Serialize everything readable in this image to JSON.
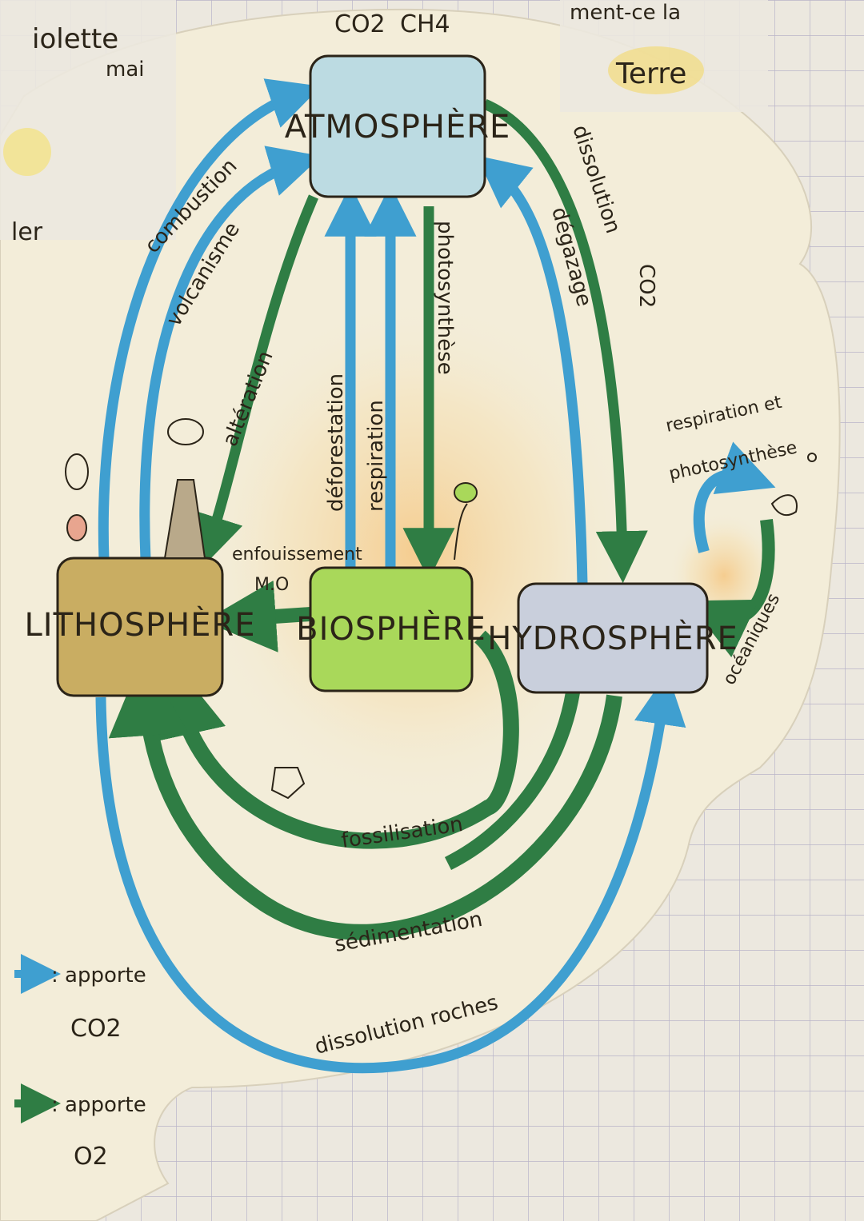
{
  "top_left_fragments": [
    "iolette",
    "mai",
    "ler"
  ],
  "top_right_fragments": [
    "ment-ce la",
    "Terre"
  ],
  "gases": [
    "CO2",
    "CH4"
  ],
  "spheres": {
    "atmosphere": "ATMOSPHÈRE",
    "lithosphere": "LITHOSPHÈRE",
    "biosphere": "BIOSPHÈRE",
    "hydrosphere": "HYDROSPHÈRE"
  },
  "flows": {
    "combustion": "combustion",
    "volcanisme": "volcanisme",
    "alteration": "altération",
    "deforestation": "déforestation",
    "respiration": "respiration",
    "photosynthese": "photosynthèse",
    "degazage": "dégazage",
    "dissolution": "dissolution",
    "enfouissement": "enfouissement",
    "mo": "M.O",
    "fossilisation": "fossilisation",
    "sedimentation": "sédimentation",
    "dissolution_roches": "dissolution roches",
    "oceanic_line1": "respiration et",
    "oceanic_line2": "photosynthèse",
    "oceanic_line3": "océaniques",
    "co2_note": "CO2"
  },
  "legend": {
    "blue": {
      "label": ": apporte",
      "gas": "CO2"
    },
    "green": {
      "label": ": apporte",
      "gas": "O2"
    }
  },
  "colors": {
    "co2_arrow": "#3f9fd0",
    "o2_arrow": "#2f7d44",
    "atmosphere_fill": "#bcdbe2",
    "lithosphere_fill": "#c9ad62",
    "biosphere_fill": "#a9d85a",
    "hydrosphere_fill": "#c9cfdc",
    "paper": "#f3edd9"
  }
}
